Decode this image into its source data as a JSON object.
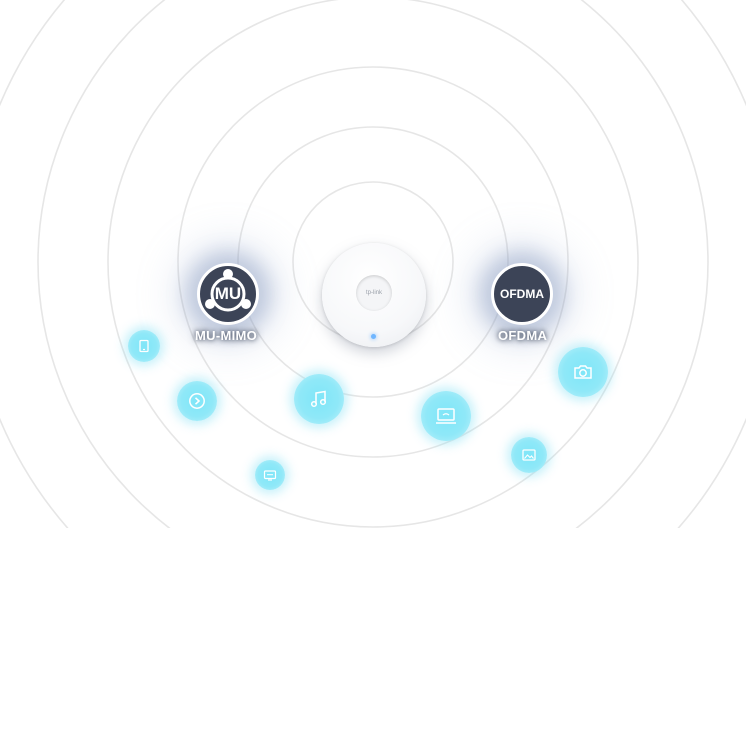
{
  "features": {
    "mu_mimo": {
      "badge_text": "MU",
      "label": "MU-MIMO"
    },
    "ofdma": {
      "badge_text": "OFDMA",
      "label": "OFDMA"
    }
  },
  "access_point": {
    "logo_text": "tp-link"
  },
  "devices": [
    {
      "icon": "tablet-icon"
    },
    {
      "icon": "play-icon"
    },
    {
      "icon": "music-icon"
    },
    {
      "icon": "tv-icon"
    },
    {
      "icon": "laptop-icon"
    },
    {
      "icon": "camera-icon"
    },
    {
      "icon": "image-icon"
    }
  ],
  "colors": {
    "badge_bg": "#3c4457",
    "device_glow": "#8fe8f8",
    "rings": "#e8e8e8"
  }
}
